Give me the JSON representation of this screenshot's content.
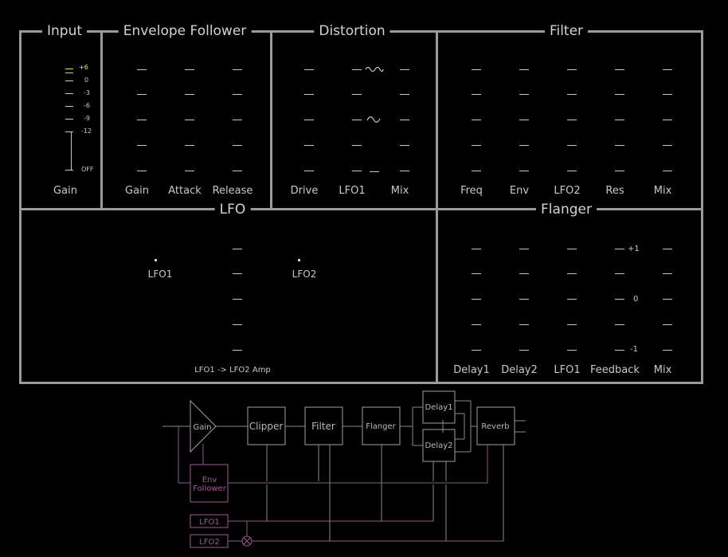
{
  "sections": {
    "input": "Input",
    "envelope": "Envelope Follower",
    "distortion": "Distortion",
    "filter": "Filter",
    "lfo": "LFO",
    "flanger": "Flanger"
  },
  "input": {
    "gain_label": "Gain",
    "scale": [
      "+6",
      "0",
      "-3",
      "-6",
      "-9",
      "-12",
      "OFF"
    ]
  },
  "envelope": {
    "labels": [
      "Gain",
      "Attack",
      "Release"
    ]
  },
  "distortion": {
    "labels": [
      "Drive",
      "LFO1",
      "Mix"
    ]
  },
  "filter": {
    "labels": [
      "Freq",
      "Env",
      "LFO2",
      "Res",
      "Mix"
    ]
  },
  "lfo": {
    "lfo1": "LFO1",
    "lfo2": "LFO2",
    "amp_label": "LFO1 -> LFO2 Amp"
  },
  "flanger": {
    "labels": [
      "Delay1",
      "Delay2",
      "LFO1",
      "Feedback",
      "Mix"
    ],
    "feedback_scale": [
      "+1",
      "0",
      "-1"
    ]
  },
  "diagram": {
    "gain": "Gain",
    "clipper": "Clipper",
    "filter": "Filter",
    "flanger": "Flanger",
    "delay1": "Delay1",
    "delay2": "Delay2",
    "reverb": "Reverb",
    "env": "Env",
    "follower": "Follower",
    "lfo1": "LFO1",
    "lfo2": "LFO2"
  },
  "colors": {
    "accent_yellow": "#e8e84a",
    "border": "#9a9a9a",
    "mod": "#a05a90"
  }
}
